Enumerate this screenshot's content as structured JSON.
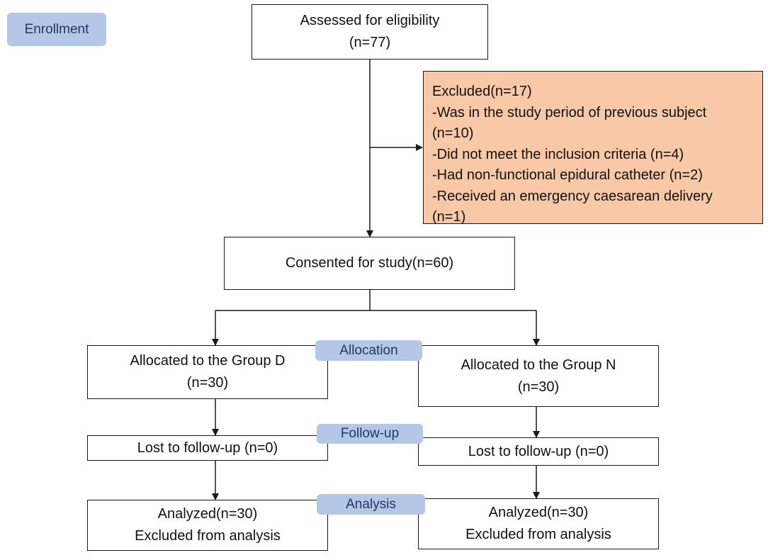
{
  "phases": {
    "enrollment": "Enrollment",
    "allocation": "Allocation",
    "followup": "Follow-up",
    "analysis": "Analysis"
  },
  "assessed": {
    "line1": "Assessed for eligibility",
    "line2": "(n=77)"
  },
  "excluded": {
    "lines": [
      "Excluded(n=17)",
      "-Was in the study period of previous subject",
      "(n=10)",
      "-Did not meet the inclusion criteria (n=4)",
      "-Had non-functional epidural catheter (n=2)",
      "-Received an emergency caesarean delivery",
      "(n=1)"
    ]
  },
  "consented": {
    "line1": "Consented for study(n=60)"
  },
  "group_d": {
    "allocated": {
      "line1": "Allocated to the Group D",
      "line2": "(n=30)"
    },
    "lost": "Lost to follow-up (n=0)",
    "analyzed": {
      "line1": "Analyzed(n=30)",
      "line2": "Excluded from analysis"
    }
  },
  "group_n": {
    "allocated": {
      "line1": "Allocated to the Group N",
      "line2": "(n=30)"
    },
    "lost": "Lost to follow-up (n=0)",
    "analyzed": {
      "line1": "Analyzed(n=30)",
      "line2": "Excluded from analysis"
    }
  },
  "colors": {
    "excluded_fill": "#f9c9a7",
    "phase_fill": "#b4c7e7",
    "phase_text": "#1f3864",
    "line": "#1a1a1a"
  }
}
